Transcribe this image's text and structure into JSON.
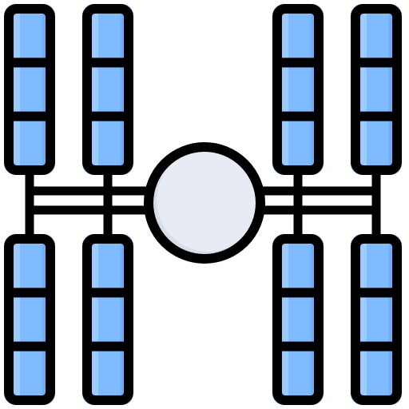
{
  "icon": {
    "name": "space-station-icon",
    "colors": {
      "outline": "#000000",
      "panel_fill": "#7fbaff",
      "panel_highlight": "#9ccbff",
      "panel_shadow": "#5f9df0",
      "module_fill": "#e6ebf4",
      "module_shade": "#d6dce8",
      "background": "#ffffff"
    },
    "solar_panels": [
      {
        "name": "top-left-outer-solar-panel-icon",
        "segments": 3
      },
      {
        "name": "top-left-inner-solar-panel-icon",
        "segments": 3
      },
      {
        "name": "top-right-inner-solar-panel-icon",
        "segments": 3
      },
      {
        "name": "top-right-outer-solar-panel-icon",
        "segments": 3
      },
      {
        "name": "bottom-left-outer-solar-panel-icon",
        "segments": 3
      },
      {
        "name": "bottom-left-inner-solar-panel-icon",
        "segments": 3
      },
      {
        "name": "bottom-right-inner-solar-panel-icon",
        "segments": 3
      },
      {
        "name": "bottom-right-outer-solar-panel-icon",
        "segments": 3
      }
    ],
    "central_module": {
      "name": "central-module-icon"
    }
  }
}
